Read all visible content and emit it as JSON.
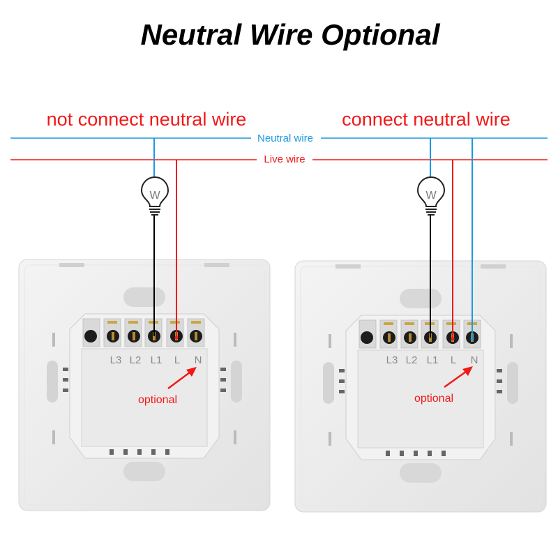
{
  "title": "Neutral Wire Optional",
  "wires": {
    "neutral_label": "Neutral wire",
    "live_label": "Live wire"
  },
  "panels": [
    {
      "heading": "not connect neutral wire",
      "bulb_label": "W",
      "terminals": [
        "L3",
        "L2",
        "L1",
        "L",
        "N"
      ],
      "note": "optional"
    },
    {
      "heading": "connect neutral wire",
      "bulb_label": "W",
      "terminals": [
        "L3",
        "L2",
        "L1",
        "L",
        "N"
      ],
      "note": "optional"
    }
  ],
  "colors": {
    "neutral": "#1a9ae0",
    "live": "#f21818",
    "load": "#000000",
    "plate": "#ececec"
  }
}
